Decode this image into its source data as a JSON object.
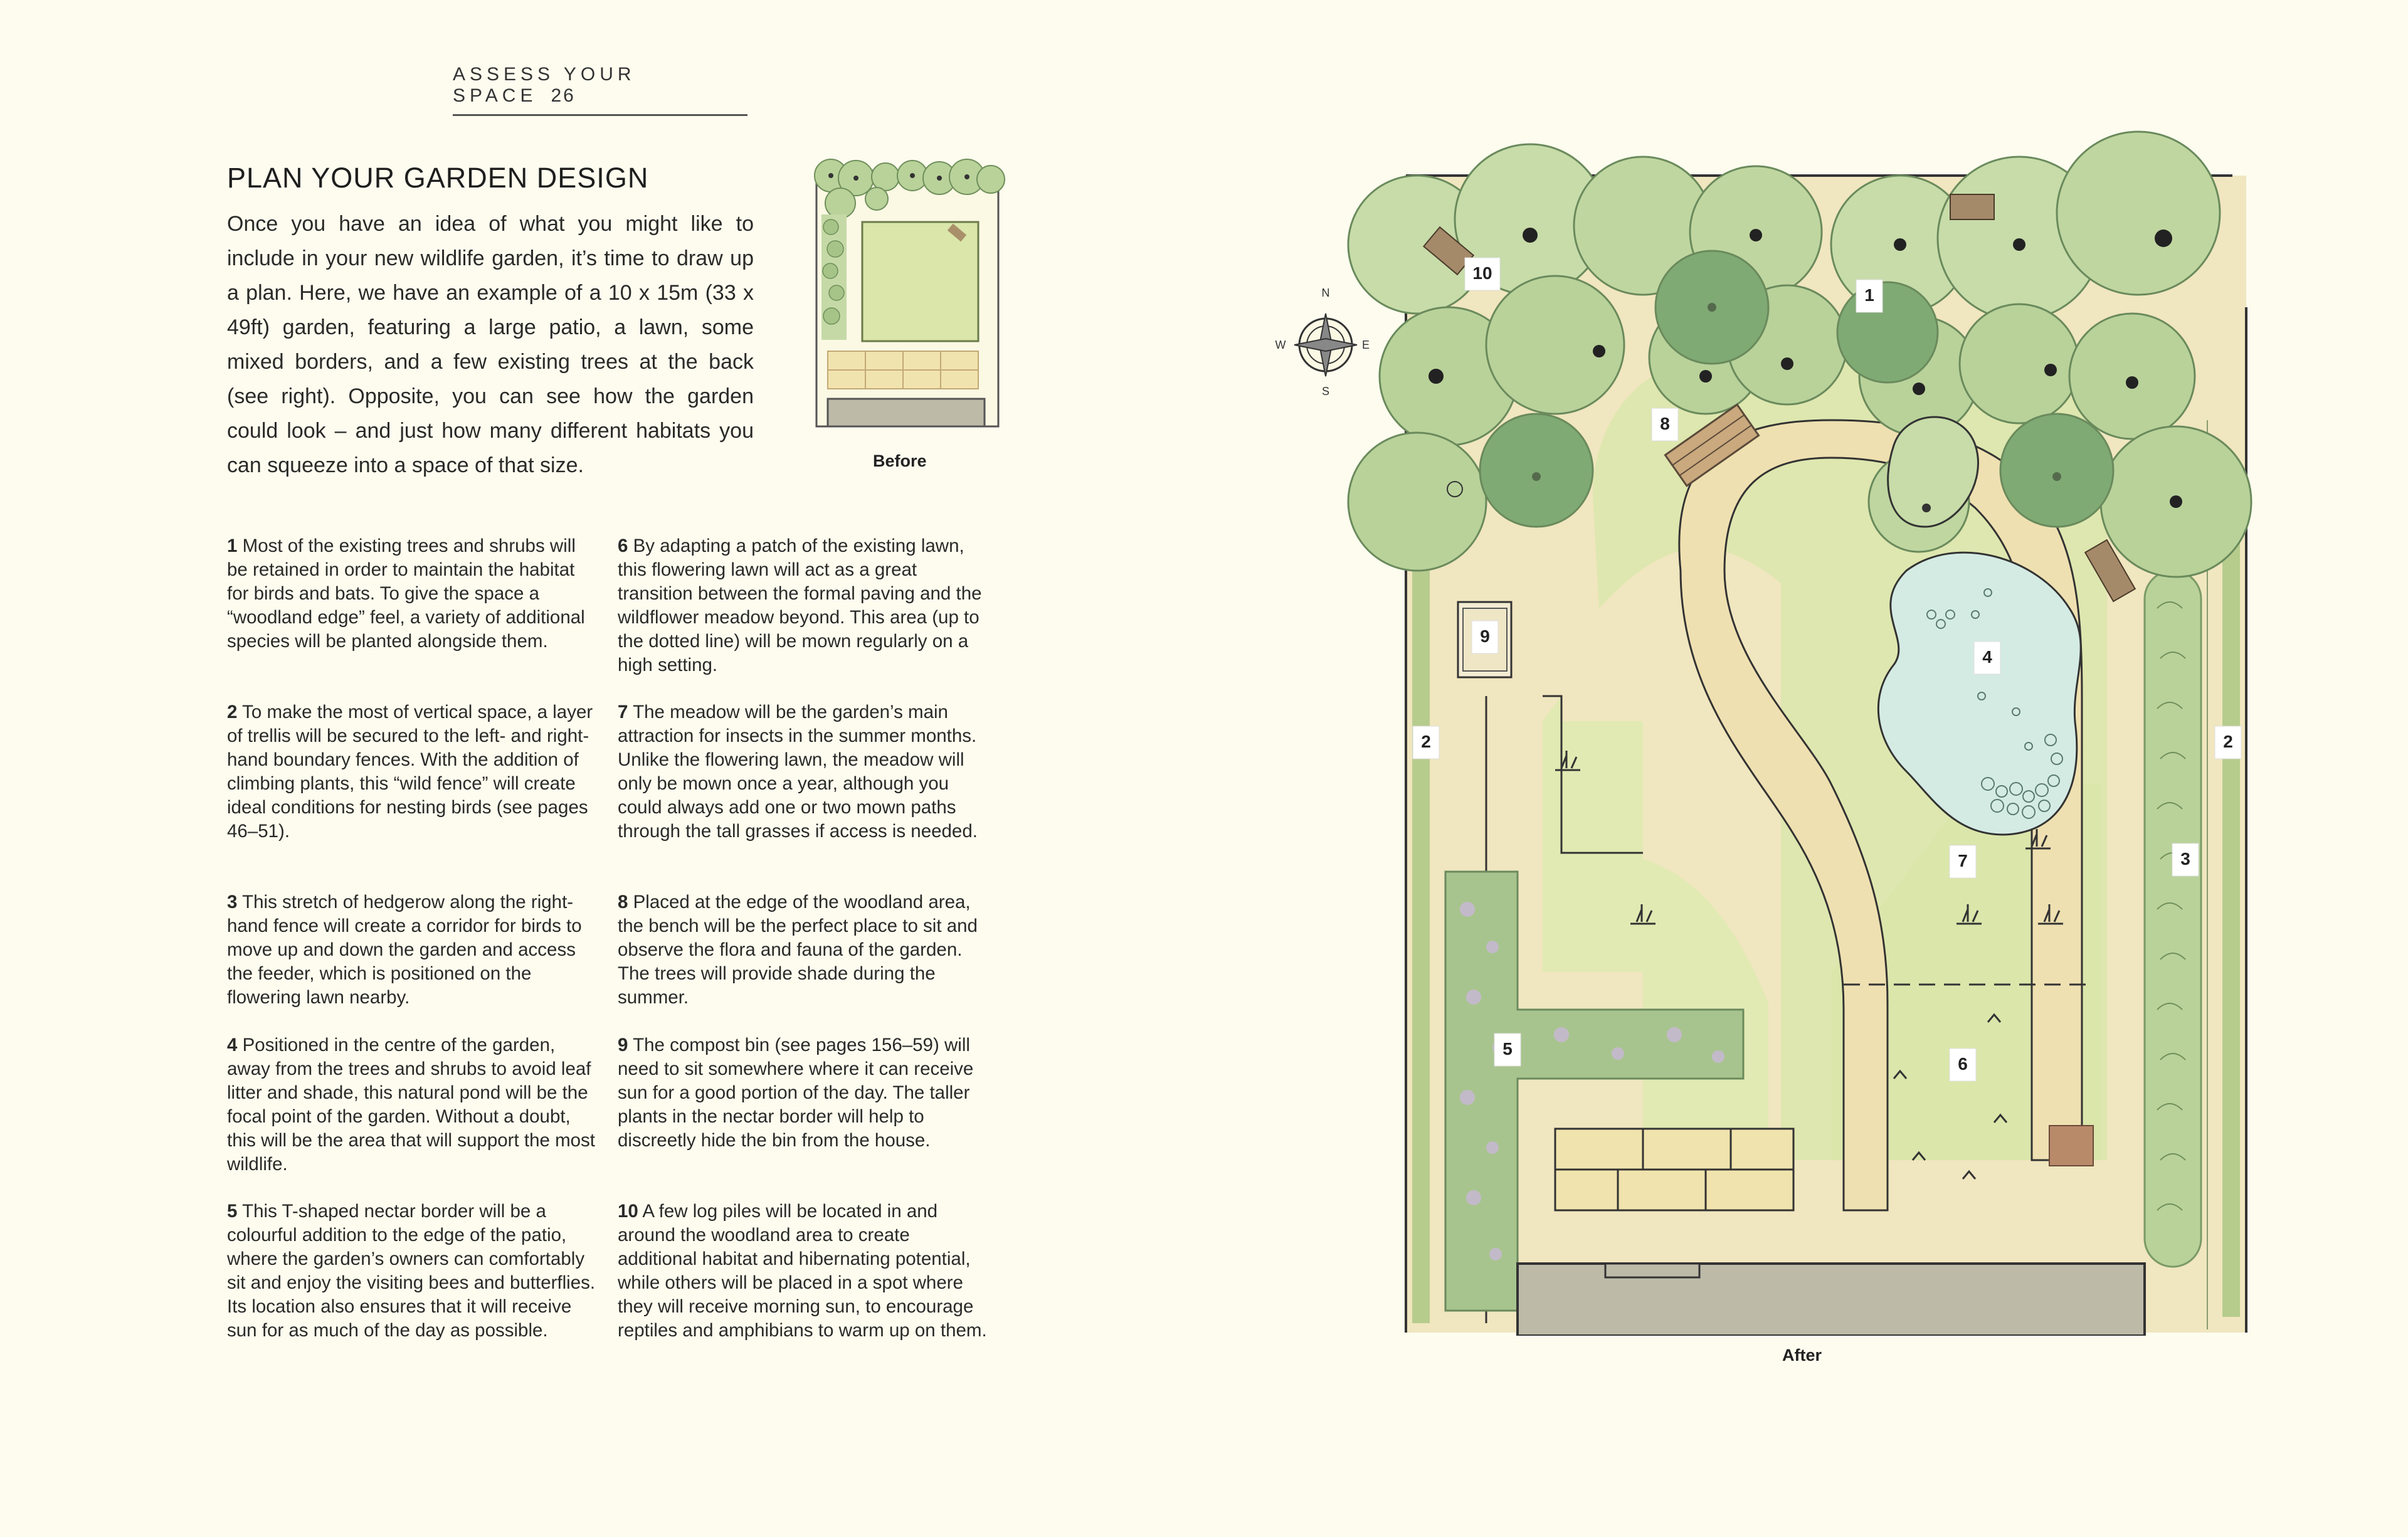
{
  "header": {
    "section": "ASSESS YOUR SPACE",
    "page_number": "26"
  },
  "title": "PLAN YOUR GARDEN DESIGN",
  "intro": "Once you have an idea of what you might like to include in your new wildlife garden, it’s time to draw up a plan. Here, we have an example of a 10 x 15m (33 x 49ft) garden, featuring a large patio, a lawn, some mixed borders, and a few existing trees at the back (see right). Opposite, you can see how the garden could look – and just how many different habitats you can squeeze into a space of that size.",
  "before_caption": "Before",
  "after_caption": "After",
  "compass": {
    "n": "N",
    "s": "S",
    "e": "E",
    "w": "W"
  },
  "notes": [
    {
      "num": "1",
      "text": "Most of the existing trees and shrubs will be retained in order to maintain the habitat for birds and bats. To give the space a “woodland edge” feel, a variety of additional species will be planted alongside them."
    },
    {
      "num": "2",
      "text": "To make the most of vertical space, a layer of trellis will be secured to the left- and right-hand boundary fences. With the addition of climbing plants, this “wild fence” will create ideal conditions for nesting birds (see pages 46–51)."
    },
    {
      "num": "3",
      "text": "This stretch of hedgerow along the right-hand fence will create a corridor for birds to move up and down the garden and access the feeder, which is positioned on the flowering lawn nearby."
    },
    {
      "num": "4",
      "text": "Positioned in the centre of the garden, away from the trees and shrubs to avoid leaf litter and shade, this natural pond will be the focal point of the garden. Without a doubt, this will be the area that will support the most wildlife."
    },
    {
      "num": "5",
      "text": "This T-shaped nectar border will be a colourful addition to the edge of the patio, where the garden’s owners can comfortably sit and enjoy the visiting bees and butterflies. Its location also ensures that it will receive sun for as much of the day as possible."
    },
    {
      "num": "6",
      "text": "By adapting a patch of the existing lawn, this flowering lawn will act as a great transition between the formal paving and the wildflower meadow beyond. This area (up to the dotted line) will be mown regularly on a high setting."
    },
    {
      "num": "7",
      "text": "The meadow will be the garden’s main attraction for insects in the summer months. Unlike the flowering lawn, the meadow will only be mown once a year, although you could always add one or two mown paths through the tall grasses if access is needed."
    },
    {
      "num": "8",
      "text": "Placed at the edge of the woodland area, the bench will be the perfect place to sit and observe the flora and fauna of the garden. The trees will provide shade during the summer."
    },
    {
      "num": "9",
      "text": "The compost bin (see pages 156–59) will need to sit somewhere where it can receive sun for a good portion of the day. The taller plants in the nectar border will help to discreetly hide the bin from the house."
    },
    {
      "num": "10",
      "text": "A few log piles will be located in and around the woodland area to create additional habitat and hibernating potential, while others will be placed in a spot where they will receive morning sun, to encourage reptiles and amphibians to warm up on them."
    }
  ],
  "plan_labels": {
    "trees": "1",
    "trellis_left": "2",
    "trellis_right": "2",
    "hedgerow": "3",
    "pond": "4",
    "nectar_border": "5",
    "flowering_lawn": "6",
    "meadow": "7",
    "bench": "8",
    "compost": "9",
    "log_pile": "10"
  },
  "colors": {
    "background": "#fdfcef",
    "tree": "#b9d29a",
    "tree_dark": "#7faa74",
    "lawn": "#d8e4a8",
    "path": "#ecdcb0",
    "pond": "#d4ebe4",
    "patio": "#eedfa6"
  }
}
